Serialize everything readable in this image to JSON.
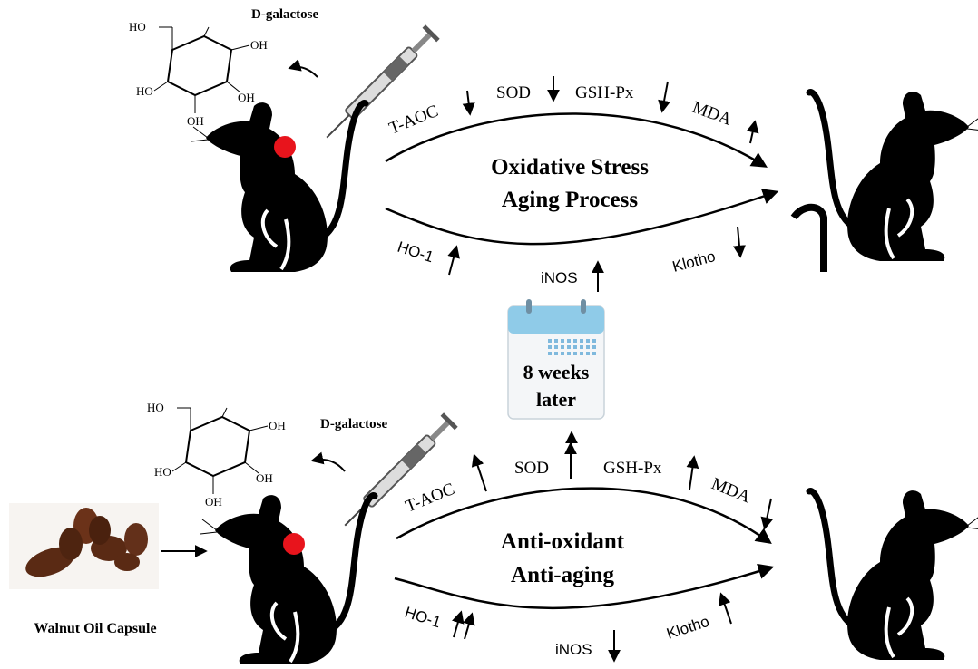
{
  "top_panel": {
    "reagent_label": "D-galactose",
    "process_title_line1": "Oxidative Stress",
    "process_title_line2": "Aging Process",
    "markers": [
      {
        "name": "T-AOC",
        "direction": "down"
      },
      {
        "name": "SOD",
        "direction": "down"
      },
      {
        "name": "GSH-Px",
        "direction": "down"
      },
      {
        "name": "MDA",
        "direction": "up"
      },
      {
        "name": "HO-1",
        "direction": "up"
      },
      {
        "name": "iNOS",
        "direction": "up"
      },
      {
        "name": "Klotho",
        "direction": "down"
      }
    ]
  },
  "calendar": {
    "line1": "8 weeks",
    "line2": "later",
    "header_color": "#8fcbe8",
    "dot_color": "#7fb9dd"
  },
  "bottom_panel": {
    "reagent_label": "D-galactose",
    "supplement_label": "Walnut Oil Capsule",
    "process_title_line1": "Anti-oxidant",
    "process_title_line2": "Anti-aging",
    "markers": [
      {
        "name": "T-AOC",
        "direction": "up"
      },
      {
        "name": "SOD",
        "direction": "up"
      },
      {
        "name": "GSH-Px",
        "direction": "up"
      },
      {
        "name": "MDA",
        "direction": "down"
      },
      {
        "name": "HO-1",
        "direction": "double-up"
      },
      {
        "name": "iNOS",
        "direction": "down"
      },
      {
        "name": "Klotho",
        "direction": "up"
      }
    ]
  },
  "chem_labels": {
    "ho": "HO",
    "oh": "OH"
  },
  "colors": {
    "injection_site": "#e8141c",
    "mouse": "#000000",
    "capsule": "#5a2a14"
  }
}
